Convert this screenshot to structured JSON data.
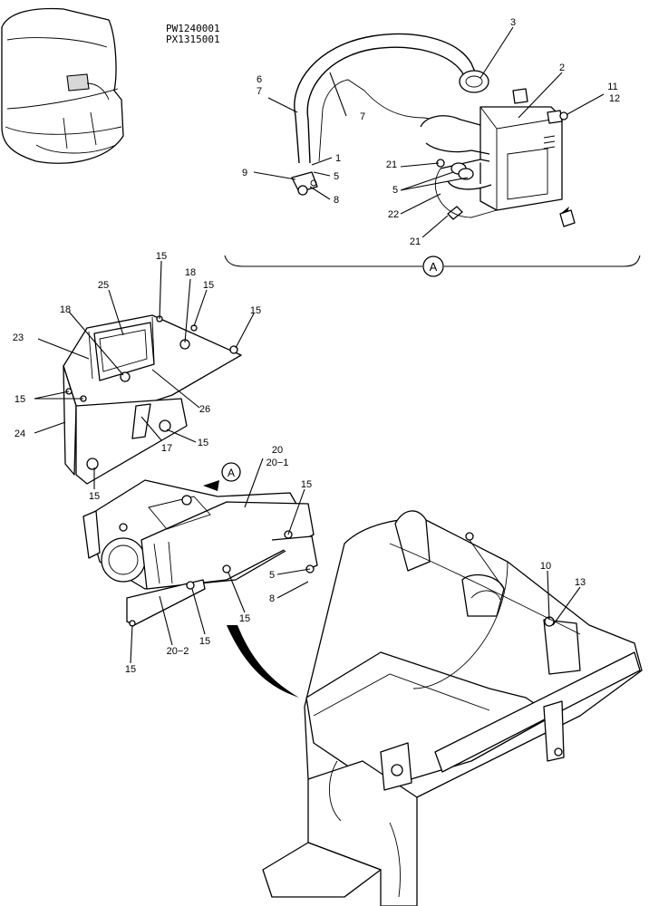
{
  "serials": [
    "PW1240001",
    "PX1315001"
  ],
  "detail_marker": "A",
  "labels": [
    {
      "id": "3",
      "text": "3"
    },
    {
      "id": "2",
      "text": "2"
    },
    {
      "id": "6",
      "text": "6"
    },
    {
      "id": "7a",
      "text": "7"
    },
    {
      "id": "7b",
      "text": "7"
    },
    {
      "id": "11",
      "text": "11"
    },
    {
      "id": "12",
      "text": "12"
    },
    {
      "id": "1",
      "text": "1"
    },
    {
      "id": "9",
      "text": "9"
    },
    {
      "id": "5a",
      "text": "5"
    },
    {
      "id": "8a",
      "text": "8"
    },
    {
      "id": "21a",
      "text": "21"
    },
    {
      "id": "5b",
      "text": "5"
    },
    {
      "id": "22",
      "text": "22"
    },
    {
      "id": "21b",
      "text": "21"
    },
    {
      "id": "15a",
      "text": "15"
    },
    {
      "id": "18a",
      "text": "18"
    },
    {
      "id": "15b",
      "text": "15"
    },
    {
      "id": "25",
      "text": "25"
    },
    {
      "id": "15c",
      "text": "15"
    },
    {
      "id": "18b",
      "text": "18"
    },
    {
      "id": "23",
      "text": "23"
    },
    {
      "id": "26",
      "text": "26"
    },
    {
      "id": "15d",
      "text": "15"
    },
    {
      "id": "24",
      "text": "24"
    },
    {
      "id": "17",
      "text": "17"
    },
    {
      "id": "15e",
      "text": "15"
    },
    {
      "id": "20",
      "text": "20"
    },
    {
      "id": "20-1",
      "text": "20−1"
    },
    {
      "id": "15f",
      "text": "15"
    },
    {
      "id": "15g",
      "text": "15"
    },
    {
      "id": "5c",
      "text": "5"
    },
    {
      "id": "8b",
      "text": "8"
    },
    {
      "id": "10",
      "text": "10"
    },
    {
      "id": "13",
      "text": "13"
    },
    {
      "id": "15h",
      "text": "15"
    },
    {
      "id": "20-2",
      "text": "20−2"
    },
    {
      "id": "15i",
      "text": "15"
    },
    {
      "id": "15j",
      "text": "15"
    }
  ]
}
